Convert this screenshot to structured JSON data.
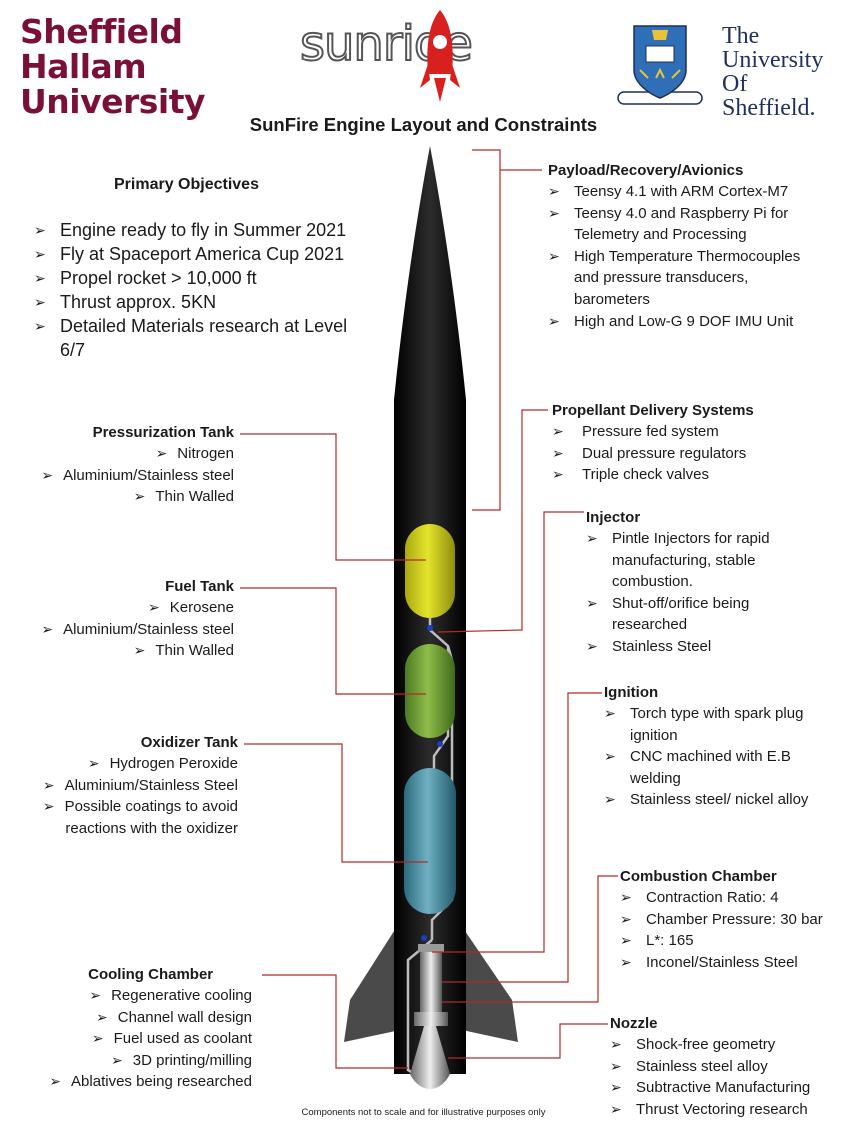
{
  "logos": {
    "shu": [
      "Sheffield",
      "Hallam",
      "University"
    ],
    "sunride": "sunride",
    "uos": [
      "The",
      "University",
      "Of",
      "Sheffield."
    ]
  },
  "title": "SunFire Engine Layout and Constraints",
  "objectives": {
    "heading": "Primary Objectives",
    "items": [
      "Engine ready to fly in Summer 2021",
      "Fly at Spaceport America Cup 2021",
      "Propel rocket > 10,000 ft",
      "Thrust approx. 5KN",
      "Detailed Materials research at Level 6/7"
    ]
  },
  "left_sections": [
    {
      "heading": "Pressurization  Tank",
      "items": [
        "Nitrogen",
        "Aluminium/Stainless steel",
        "Thin Walled"
      ]
    },
    {
      "heading": "Fuel Tank",
      "items": [
        "Kerosene",
        "Aluminium/Stainless steel",
        "Thin Walled"
      ]
    },
    {
      "heading": "Oxidizer Tank",
      "items": [
        "Hydrogen Peroxide",
        "Aluminium/Stainless Steel",
        "Possible coatings to avoid reactions with the oxidizer"
      ]
    },
    {
      "heading": "Cooling Chamber",
      "items": [
        "Regenerative cooling",
        "Channel wall design",
        "Fuel used as coolant",
        "3D printing/milling",
        "Ablatives being researched"
      ]
    }
  ],
  "right_sections": [
    {
      "heading": "Payload/Recovery/Avionics",
      "items": [
        "Teensy 4.1 with ARM Cortex-M7",
        "Teensy 4.0 and Raspberry Pi for Telemetry and Processing",
        "High Temperature Thermocouples and pressure transducers, barometers",
        "High and Low-G 9 DOF IMU Unit"
      ]
    },
    {
      "heading": "Propellant Delivery Systems",
      "items": [
        "Pressure fed system",
        "Dual pressure regulators",
        "Triple check valves"
      ]
    },
    {
      "heading": "Injector",
      "items": [
        "Pintle Injectors for rapid manufacturing, stable combustion.",
        "Shut-off/orifice being researched",
        "Stainless Steel"
      ]
    },
    {
      "heading": "Ignition",
      "items": [
        "Torch type with spark plug ignition",
        "CNC machined with E.B welding",
        "Stainless steel/ nickel alloy"
      ]
    },
    {
      "heading": "Combustion  Chamber",
      "items": [
        "Contraction Ratio: 4",
        "Chamber Pressure: 30 bar",
        "L*: 165",
        "Inconel/Stainless Steel"
      ]
    },
    {
      "heading": "Nozzle",
      "items": [
        "Shock-free geometry",
        "Stainless steel alloy",
        "Subtractive Manufacturing",
        "Thrust Vectoring research"
      ]
    }
  ],
  "footer": "Components not to scale and for illustrative purposes only",
  "colors": {
    "leader": "#b22a2a",
    "rocket": "#151515",
    "pressurization_tank": "#d2d21e",
    "fuel_tank": "#7aa83a",
    "oxidizer_tank": "#4a8da0",
    "fin": "#4a4a4a",
    "shu_brand": "#7a1038",
    "uos_brand": "#1f2f5c"
  }
}
